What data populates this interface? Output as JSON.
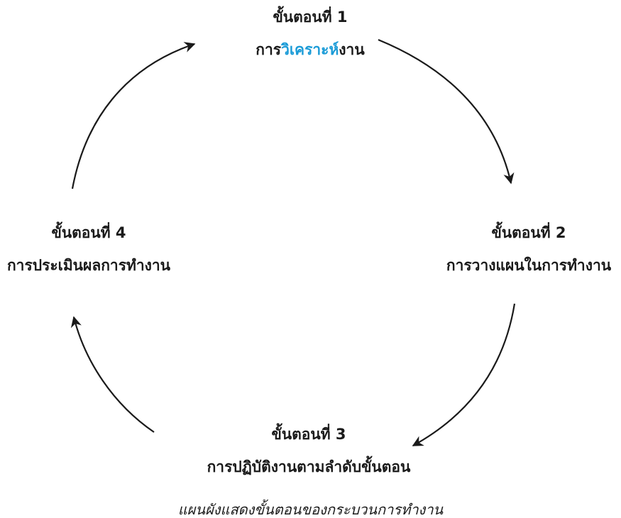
{
  "steps": [
    {
      "number_label": "ขั้นตอนที่  1",
      "title_prefix": "การ",
      "title_highlight": "วิเคราะห์",
      "title_suffix": "งาน"
    },
    {
      "number_label": "ขั้นตอนที่  2",
      "title": "การวางแผนในการทำงาน"
    },
    {
      "number_label": "ขั้นตอนที่  3",
      "title": "การปฏิบัติงานตามลำดับขั้นตอน"
    },
    {
      "number_label": "ขั้นตอนที่  4",
      "title": "การประเมินผลการทำงาน"
    }
  ],
  "caption": "แผนผังแสดงขั้นตอนของกระบวนการทำงาน",
  "colors": {
    "text": "#1a1a1a",
    "accent": "#1a9bd7",
    "arrow": "#1a1a1a"
  }
}
